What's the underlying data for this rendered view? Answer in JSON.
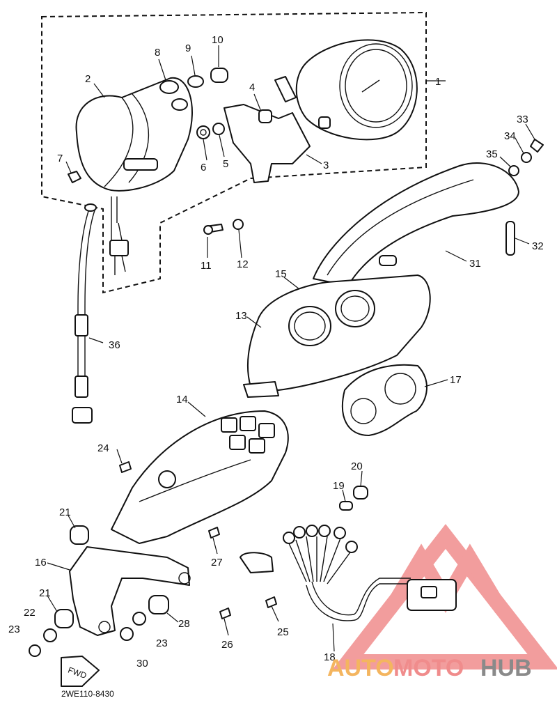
{
  "diagram_code": "2WE110-8430",
  "watermark": {
    "part1": "AUTO",
    "part2": "MOTO",
    "part3": "HUB",
    "color_accent": "#f08c8c",
    "color_dark": "#888888"
  },
  "fwd_label": "FWD",
  "callouts": [
    {
      "id": "c1",
      "text": "1"
    },
    {
      "id": "c2",
      "text": "2"
    },
    {
      "id": "c3",
      "text": "3"
    },
    {
      "id": "c4",
      "text": "4"
    },
    {
      "id": "c5",
      "text": "5"
    },
    {
      "id": "c6",
      "text": "6"
    },
    {
      "id": "c7",
      "text": "7"
    },
    {
      "id": "c8",
      "text": "8"
    },
    {
      "id": "c9",
      "text": "9"
    },
    {
      "id": "c10",
      "text": "10"
    },
    {
      "id": "c11",
      "text": "11"
    },
    {
      "id": "c12",
      "text": "12"
    },
    {
      "id": "c13",
      "text": "13"
    },
    {
      "id": "c14",
      "text": "14"
    },
    {
      "id": "c15",
      "text": "15"
    },
    {
      "id": "c16",
      "text": "16"
    },
    {
      "id": "c17",
      "text": "17"
    },
    {
      "id": "c18",
      "text": "18"
    },
    {
      "id": "c19",
      "text": "19"
    },
    {
      "id": "c20",
      "text": "20"
    },
    {
      "id": "c21a",
      "text": "21"
    },
    {
      "id": "c21b",
      "text": "21"
    },
    {
      "id": "c22",
      "text": "22"
    },
    {
      "id": "c23a",
      "text": "23"
    },
    {
      "id": "c23b",
      "text": "23"
    },
    {
      "id": "c24",
      "text": "24"
    },
    {
      "id": "c25",
      "text": "25"
    },
    {
      "id": "c26",
      "text": "26"
    },
    {
      "id": "c27",
      "text": "27"
    },
    {
      "id": "c28",
      "text": "28"
    },
    {
      "id": "c30",
      "text": "30"
    },
    {
      "id": "c31",
      "text": "31"
    },
    {
      "id": "c32",
      "text": "32"
    },
    {
      "id": "c33",
      "text": "33"
    },
    {
      "id": "c34",
      "text": "34"
    },
    {
      "id": "c35",
      "text": "35"
    },
    {
      "id": "c36",
      "text": "36"
    }
  ]
}
